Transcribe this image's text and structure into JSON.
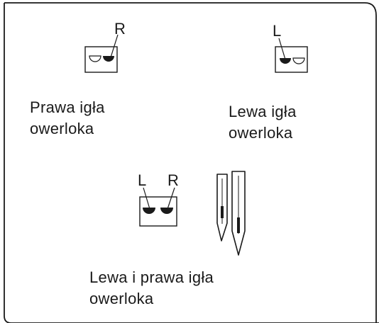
{
  "diagrams": {
    "right_needle": {
      "letter": "R",
      "line1": "Prawa igła",
      "line2": "owerloka"
    },
    "left_needle": {
      "letter": "L",
      "line1": "Lewa igła",
      "line2": "owerloka"
    },
    "both_needles": {
      "letter_left": "L",
      "letter_right": "R",
      "line1": "Lewa i prawa igła",
      "line2": "owerloka"
    }
  }
}
